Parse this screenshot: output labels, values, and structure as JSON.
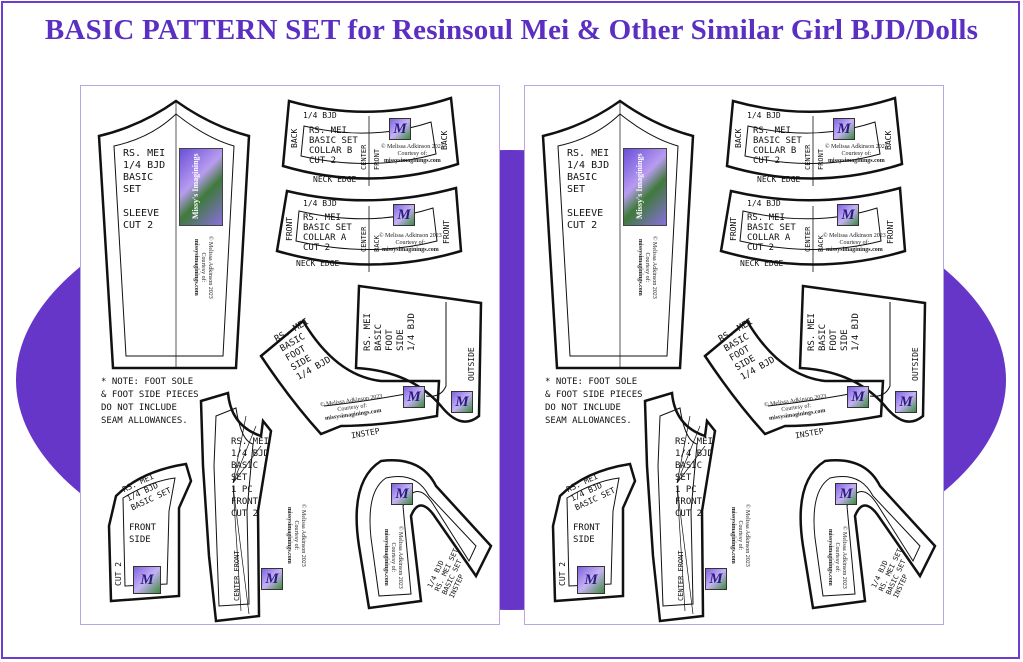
{
  "title": "BASIC PATTERN SET for Resinsoul Mei & Other Similar Girl BJD/Dolls",
  "colors": {
    "accent": "#6636c9",
    "title": "#5a2fc2"
  },
  "credit": {
    "copyright": "© Melissa Adkinson 2023",
    "courtesy": "Courtesy of:",
    "site": "missysimaginings.com",
    "photo_text": "Missy's Imaginings",
    "logo_letter": "M"
  },
  "pieces": {
    "sleeve": {
      "lines": "RS. MEI\n1/4 BJD\nBASIC\nSET\n\nSLEEVE\nCUT 2"
    },
    "collar_b": {
      "top": "1/4 BJD",
      "lines": "RS. MEI\nBASIC SET\nCOLLAR B\nCUT 2",
      "left_edge": "BACK",
      "right_edge": "BACK",
      "center": "CENTER",
      "center2": "FRONT",
      "bottom": "NECK EDGE"
    },
    "collar_a": {
      "top": "1/4 BJD",
      "lines": "RS. MEI\nBASIC SET\nCOLLAR A\nCUT 2",
      "left_edge": "FRONT",
      "right_edge": "FRONT",
      "center": "CENTER",
      "center2": "BACK",
      "bottom": "NECK EDGE"
    },
    "foot_side_outside": {
      "lines": "RS. MEI\nBASIC\nFOOT\nSIDE\n1/4 BJD",
      "edge": "OUTSIDE"
    },
    "foot_side_inside": {
      "lines": "RS. MEI\nBASIC\nFOOT\nSIDE\n1/4 BJD",
      "edge": "INSTEP"
    },
    "note": "* NOTE: FOOT SOLE\n& FOOT SIDE PIECES\nDO NOT INCLUDE\nSEAM ALLOWANCES.",
    "front_side": {
      "lines": "RS. MEI\n1/4 BJD\nBASIC SET",
      "label": "FRONT\nSIDE",
      "cut": "CUT 2"
    },
    "front": {
      "lines": "RS. MEI\n1/4 BJD\nBASIC\nSET\n1 PC\nFRONT\nCUT 2",
      "center": "CENTER FRONT"
    },
    "sole": {
      "lines": "1/4 BJD\nRS. MEI SET\nBASIC SET\nINSTEP"
    }
  }
}
